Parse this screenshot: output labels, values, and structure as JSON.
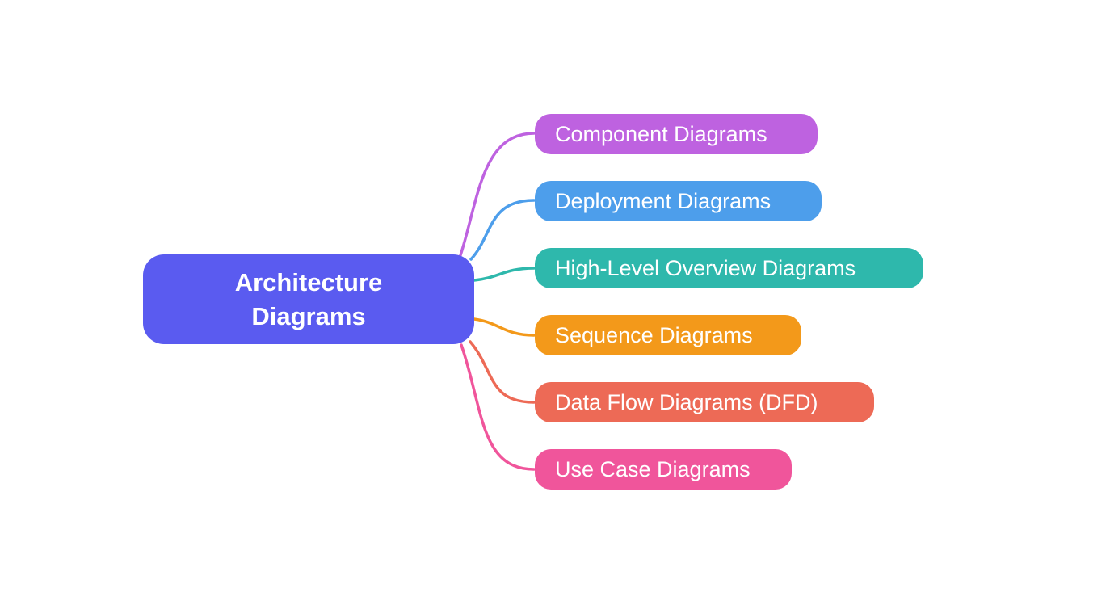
{
  "canvas": {
    "background": "#ffffff",
    "text_color": "#ffffff"
  },
  "root": {
    "label": "Architecture Diagrams",
    "label_lines": [
      "Architecture",
      "Diagrams"
    ],
    "color": "#5a5bf0"
  },
  "branches": [
    {
      "label": "Component Diagrams",
      "color": "#be62e0"
    },
    {
      "label": "Deployment Diagrams",
      "color": "#4d9eeb"
    },
    {
      "label": "High-Level Overview Diagrams",
      "color": "#2eb8ac"
    },
    {
      "label": "Sequence Diagrams",
      "color": "#f3991a"
    },
    {
      "label": "Data Flow Diagrams (DFD)",
      "color": "#ed6a56"
    },
    {
      "label": "Use Case Diagrams",
      "color": "#f0559b"
    }
  ]
}
